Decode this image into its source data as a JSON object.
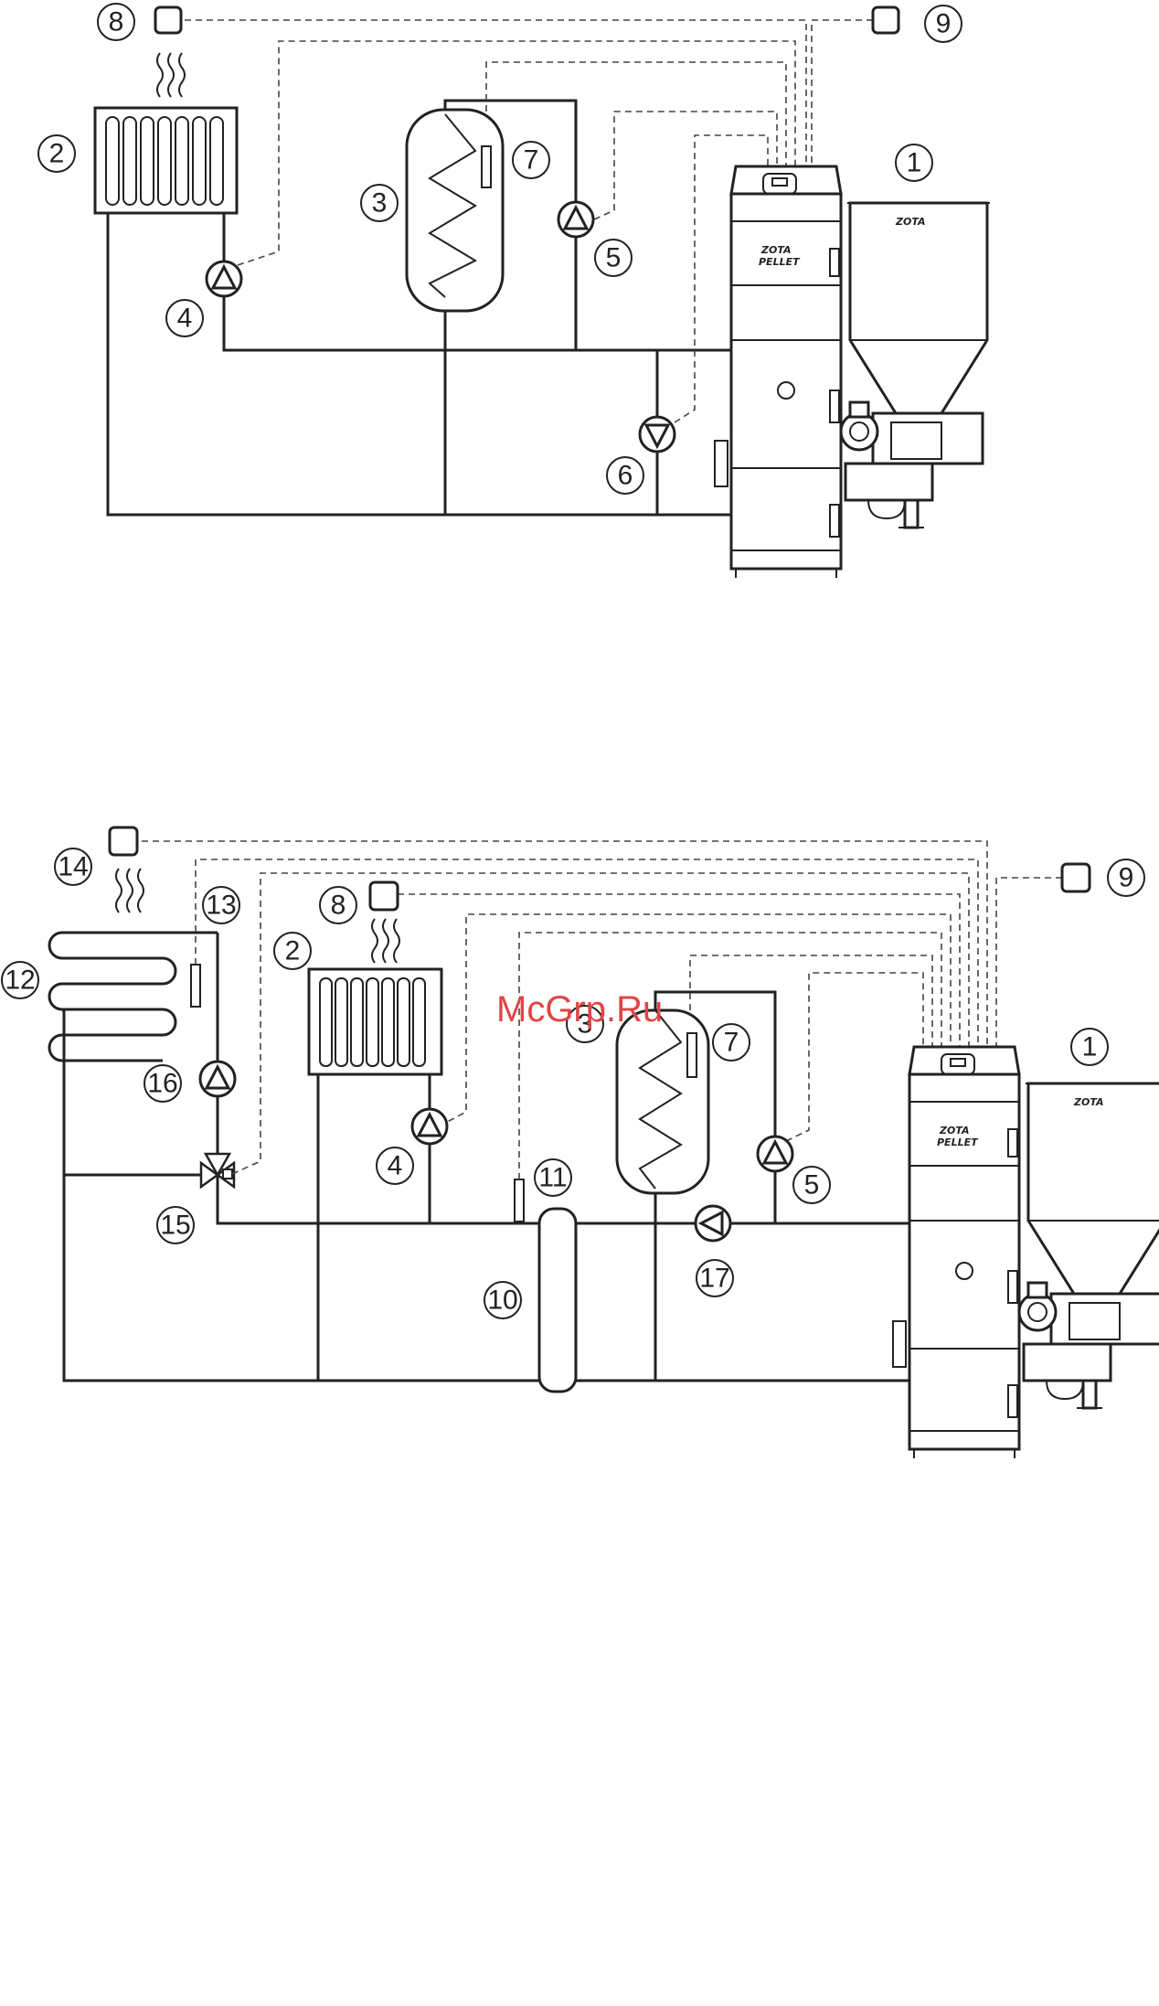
{
  "watermark": "McGrp.Ru",
  "brand": {
    "line1": "ZOTA",
    "line2": "PELLET",
    "hopper": "ZOTA"
  },
  "callouts": {
    "top": [
      "1",
      "2",
      "3",
      "4",
      "5",
      "6",
      "7",
      "8",
      "9"
    ],
    "bottom": [
      "1",
      "2",
      "3",
      "4",
      "5",
      "7",
      "8",
      "9",
      "10",
      "11",
      "12",
      "13",
      "14",
      "15",
      "16",
      "17"
    ]
  }
}
